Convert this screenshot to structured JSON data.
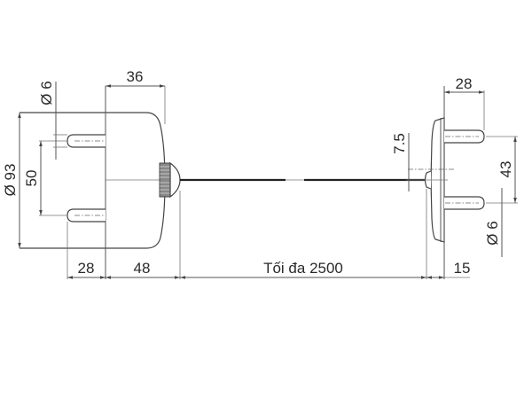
{
  "drawing": {
    "title": "Rod tension switch dimensional drawing",
    "units": "mm",
    "left_unit": {
      "body_diameter": "Ø 93",
      "body_depth": "36",
      "pin_spacing": "50",
      "pin_diameter": "Ø 6",
      "pin_length": "28",
      "knob_offset": "48"
    },
    "cable": {
      "max_length": "Tối đa 2500"
    },
    "right_unit": {
      "pin_length": "28",
      "pin_spacing": "43",
      "pin_diameter": "Ø 6",
      "cable_height": "7.5",
      "plate_thickness": "15"
    },
    "colors": {
      "line": "#555555",
      "text": "#2a2a2a",
      "background": "#ffffff"
    }
  }
}
